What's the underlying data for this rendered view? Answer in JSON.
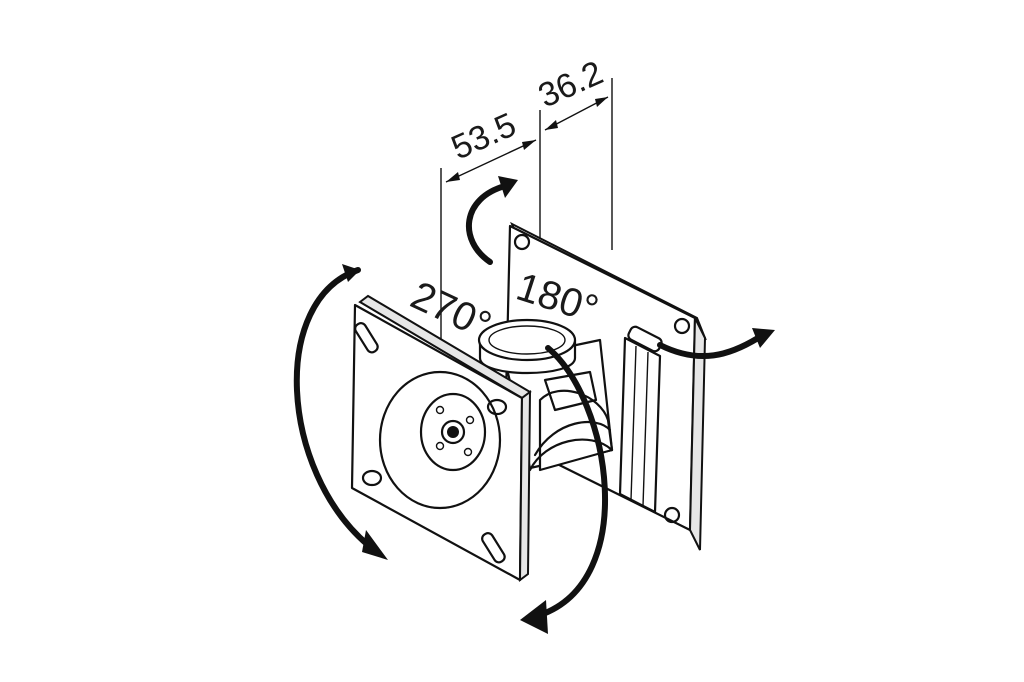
{
  "dimensions": {
    "left_offset": "53.5",
    "right_offset": "36.2"
  },
  "rotations": {
    "tilt_angle": "270°",
    "pan_angle": "180°"
  }
}
